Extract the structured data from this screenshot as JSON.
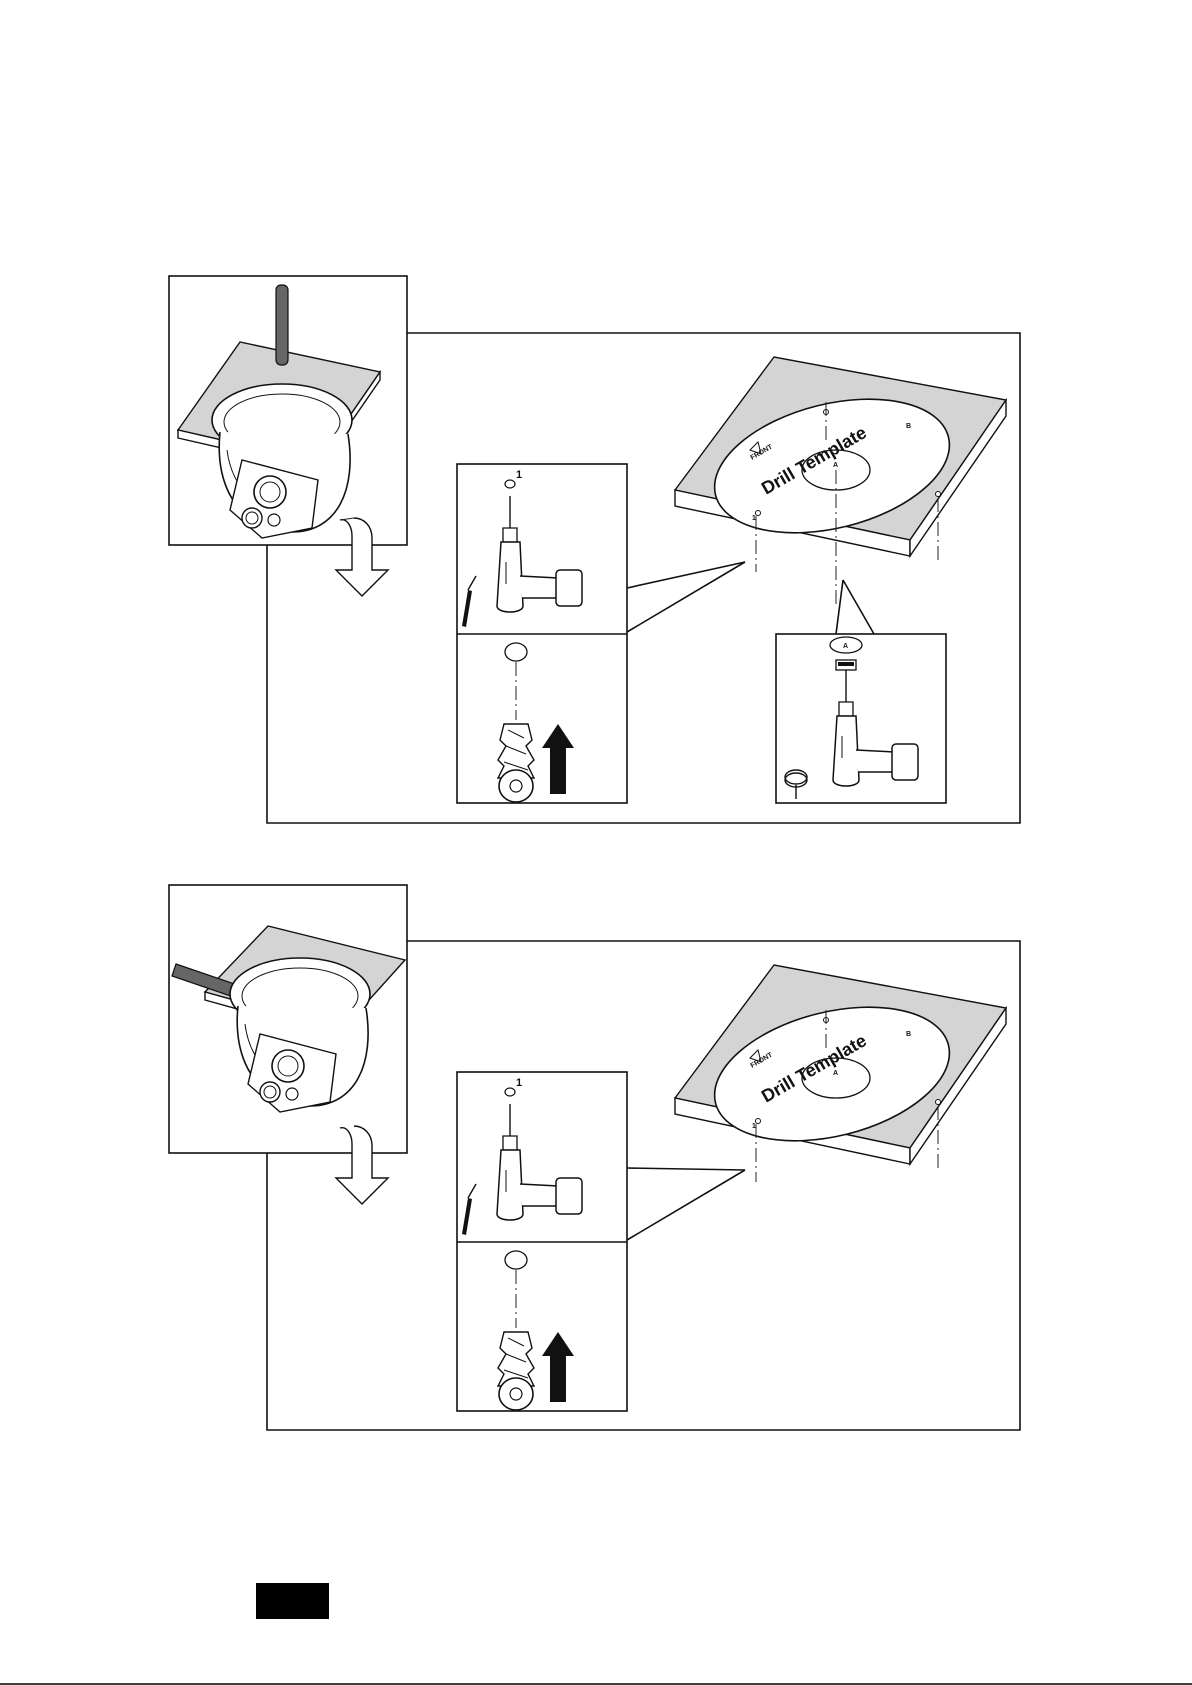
{
  "figures": [
    {
      "template": {
        "title": "Drill Template",
        "front_label": "FRONT",
        "hole_center": "A",
        "hole_labels": [
          "1",
          "B"
        ]
      },
      "drill_detail": {
        "hole_label": "1"
      },
      "cable_hole_detail": {
        "hole_label": "A"
      },
      "cable_direction": "through ceiling"
    },
    {
      "template": {
        "title": "Drill Template",
        "front_label": "FRONT",
        "hole_center": "A",
        "hole_labels": [
          "1",
          "B"
        ]
      },
      "drill_detail": {
        "hole_label": "1"
      },
      "cable_direction": "side"
    }
  ],
  "footer": {
    "page_tab_color": "#000000"
  }
}
